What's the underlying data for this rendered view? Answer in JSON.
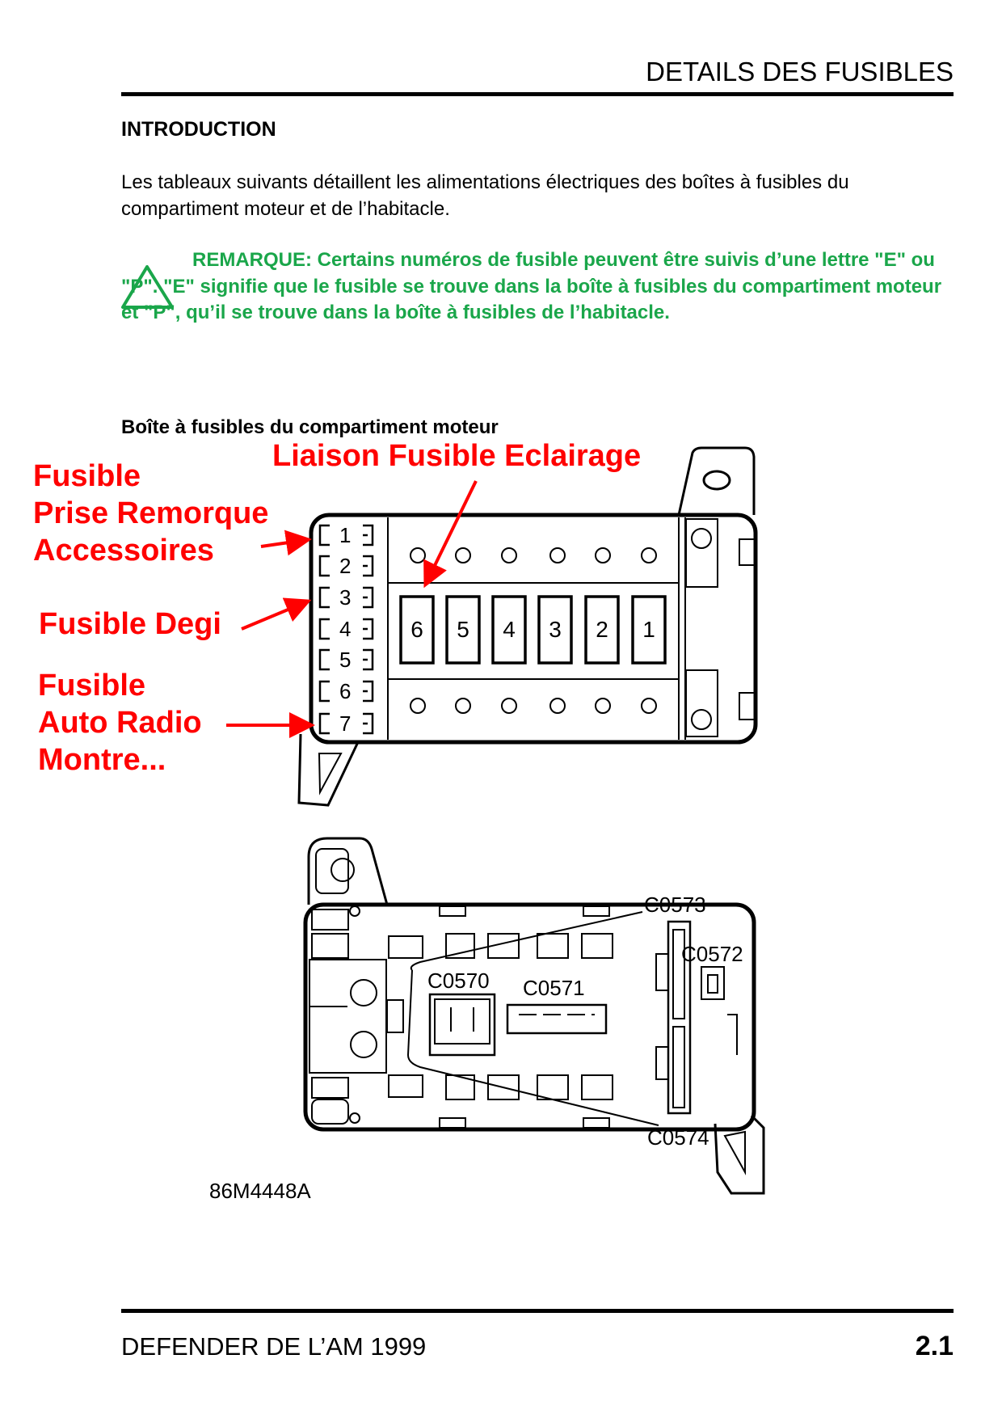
{
  "header": {
    "title": "DETAILS DES FUSIBLES"
  },
  "intro": {
    "heading": "INTRODUCTION",
    "paragraph": "Les tableaux suivants détaillent les alimentations électriques des boîtes à fusibles du compartiment moteur et de l’habitacle."
  },
  "note": {
    "icon": "warning-triangle-icon",
    "text": "REMARQUE:  Certains numéros de fusible peuvent être suivis d’une lettre \"E\" ou \"P\". \"E\" signifie que le fusible se trouve dans la boîte à fusibles du compartiment moteur et \"P\", qu’il se trouve dans la boîte à fusibles de l’habitacle.",
    "color": "#1aa64a"
  },
  "figure": {
    "caption": "Boîte à fusibles du compartiment moteur",
    "annotations": {
      "liaison": "Liaison Fusible Eclairage",
      "remorque": [
        "Fusible",
        "Prise Remorque",
        "Accessoires"
      ],
      "degi": "Fusible Degi",
      "radio": [
        "Fusible",
        "Auto Radio",
        "Montre..."
      ],
      "color": "#ff0000"
    },
    "left_slots": [
      "1",
      "2",
      "3",
      "4",
      "5",
      "6",
      "7"
    ],
    "fuses": [
      "6",
      "5",
      "4",
      "3",
      "2",
      "1"
    ],
    "connectors": {
      "c0573": "C0573",
      "c0572": "C0572",
      "c0570": "C0570",
      "c0571": "C0571",
      "c0574": "C0574"
    },
    "reference": "86M4448A"
  },
  "footer": {
    "title": "DEFENDER DE L’AM 1999",
    "page": "2.1"
  }
}
